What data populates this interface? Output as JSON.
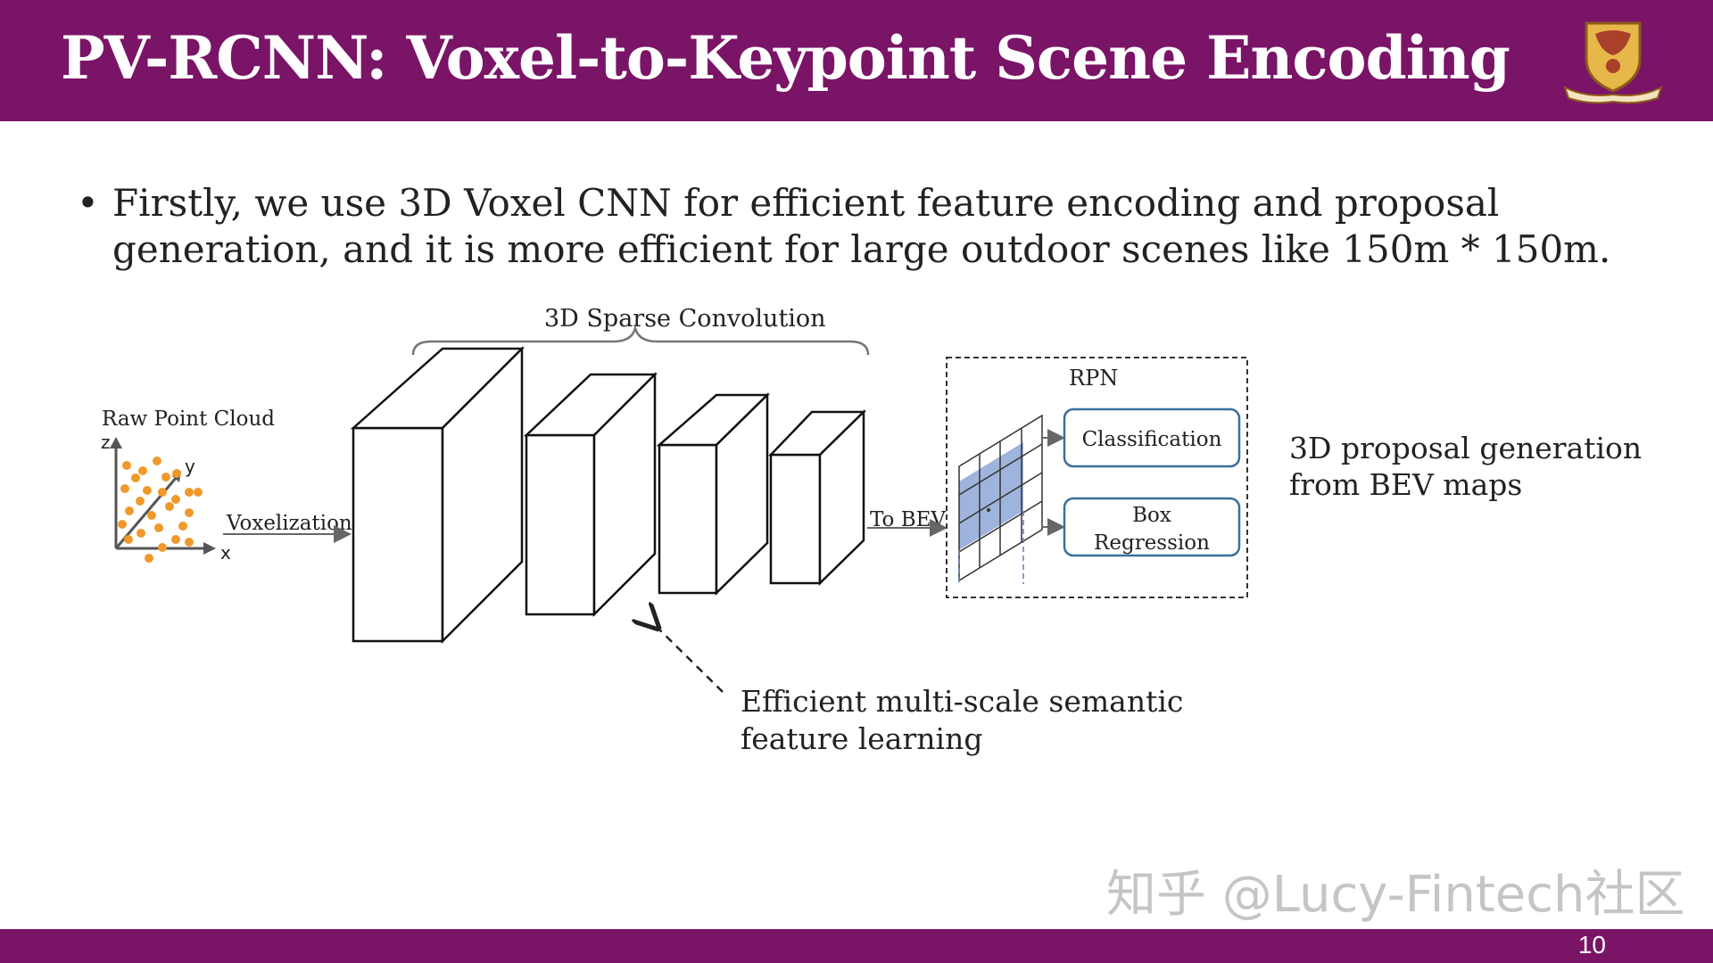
{
  "slide": {
    "title": "PV-RCNN: Voxel-to-Keypoint Scene Encoding",
    "page_number": "10"
  },
  "bullet": {
    "dot": "•",
    "text": "Firstly, we use 3D Voxel CNN for efficient feature encoding and proposal generation, and it is more efficient for large outdoor scenes like 150m * 150m."
  },
  "diagram": {
    "raw_point_cloud_label": "Raw Point Cloud",
    "axis_z": "z",
    "axis_y": "y",
    "axis_x": "x",
    "voxelization_label": "Voxelization",
    "sparse_conv_label": "3D Sparse Convolution",
    "to_bev_label": "To BEV",
    "rpn_label": "RPN",
    "classification_label": "Classification",
    "box_regression_line1": "Box",
    "box_regression_line2": "Regression",
    "proposal_line1": "3D proposal generation",
    "proposal_line2": "from BEV maps",
    "feature_line1": "Efficient multi-scale semantic",
    "feature_line2": "feature learning"
  },
  "watermark": "知乎 @Lucy-Fintech社区",
  "colors": {
    "header": "#7a1467",
    "points": "#f0992a",
    "bev_highlight": "#8ea7d6",
    "rpn_box_border": "#3b6f9e"
  }
}
